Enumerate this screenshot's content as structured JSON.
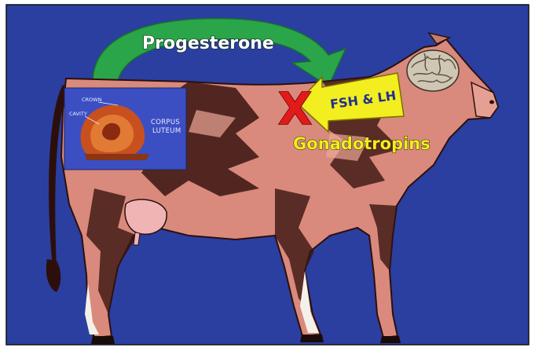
{
  "diagram": {
    "hormone_top": "Progesterone",
    "blocked_hormones": "FSH & LH",
    "hormone_group": "Gonadotropins",
    "block_mark": "X",
    "inset": {
      "crown_label": "CROWN",
      "cavity_label": "CAVITY",
      "corpus_label_line1": "CORPUS",
      "corpus_label_line2": "LUTEUM"
    }
  },
  "colors": {
    "background": "#2a3fa0",
    "arrow_green": "#2aa54a",
    "arrow_yellow": "#f2ee1f",
    "block_red": "#e21a1a",
    "cow_body": "#d98a7c",
    "cow_shadow": "#3a1410"
  },
  "icons": {
    "brain": "brain-icon",
    "corpus_luteum_photo": "corpus-luteum-image"
  }
}
